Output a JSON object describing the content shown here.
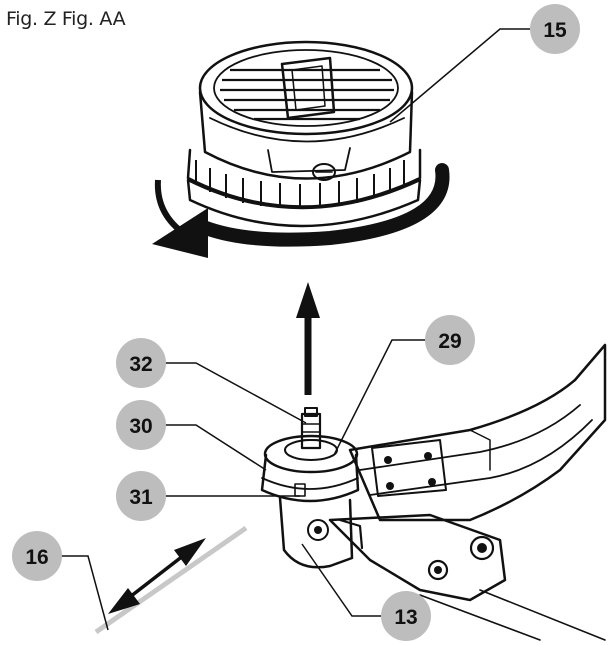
{
  "figure": {
    "title": "Fig. Z Fig. AA"
  },
  "callouts": {
    "c15": "15",
    "c29": "29",
    "c32": "32",
    "c30": "30",
    "c31": "31",
    "c16": "16",
    "c13": "13"
  },
  "colors": {
    "callout_fill": "#bdbdbd",
    "line": "#111111",
    "guide_line": "#c8c8c8"
  }
}
